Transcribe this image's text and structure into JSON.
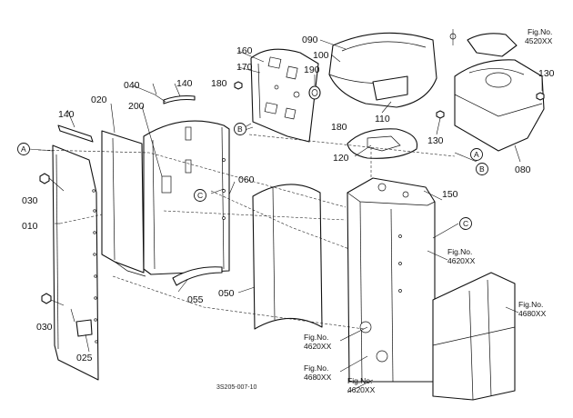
{
  "parts": [
    {
      "num": "010"
    },
    {
      "num": "020"
    },
    {
      "num": "025"
    },
    {
      "num": "030"
    },
    {
      "num": "030"
    },
    {
      "num": "040"
    },
    {
      "num": "050"
    },
    {
      "num": "055"
    },
    {
      "num": "060"
    },
    {
      "num": "080"
    },
    {
      "num": "090"
    },
    {
      "num": "100"
    },
    {
      "num": "110"
    },
    {
      "num": "120"
    },
    {
      "num": "130"
    },
    {
      "num": "130"
    },
    {
      "num": "140"
    },
    {
      "num": "140"
    },
    {
      "num": "150"
    },
    {
      "num": "160"
    },
    {
      "num": "170"
    },
    {
      "num": "180"
    },
    {
      "num": "180"
    },
    {
      "num": "190"
    },
    {
      "num": "200"
    }
  ],
  "refs": {
    "a": "A",
    "b": "B",
    "c": "C"
  },
  "fig_refs": [
    {
      "line1": "Fig.No.",
      "line2": "4520XX"
    },
    {
      "line1": "Fig.No.",
      "line2": "4620XX"
    },
    {
      "line1": "Fig.No.",
      "line2": "4680XX"
    },
    {
      "line1": "Fig.No.",
      "line2": "4620XX"
    },
    {
      "line1": "Fig.No.",
      "line2": "4680XX"
    },
    {
      "line1": "Fig.No.",
      "line2": "4620XX"
    }
  ],
  "drawing_code": "3S205-007-10"
}
